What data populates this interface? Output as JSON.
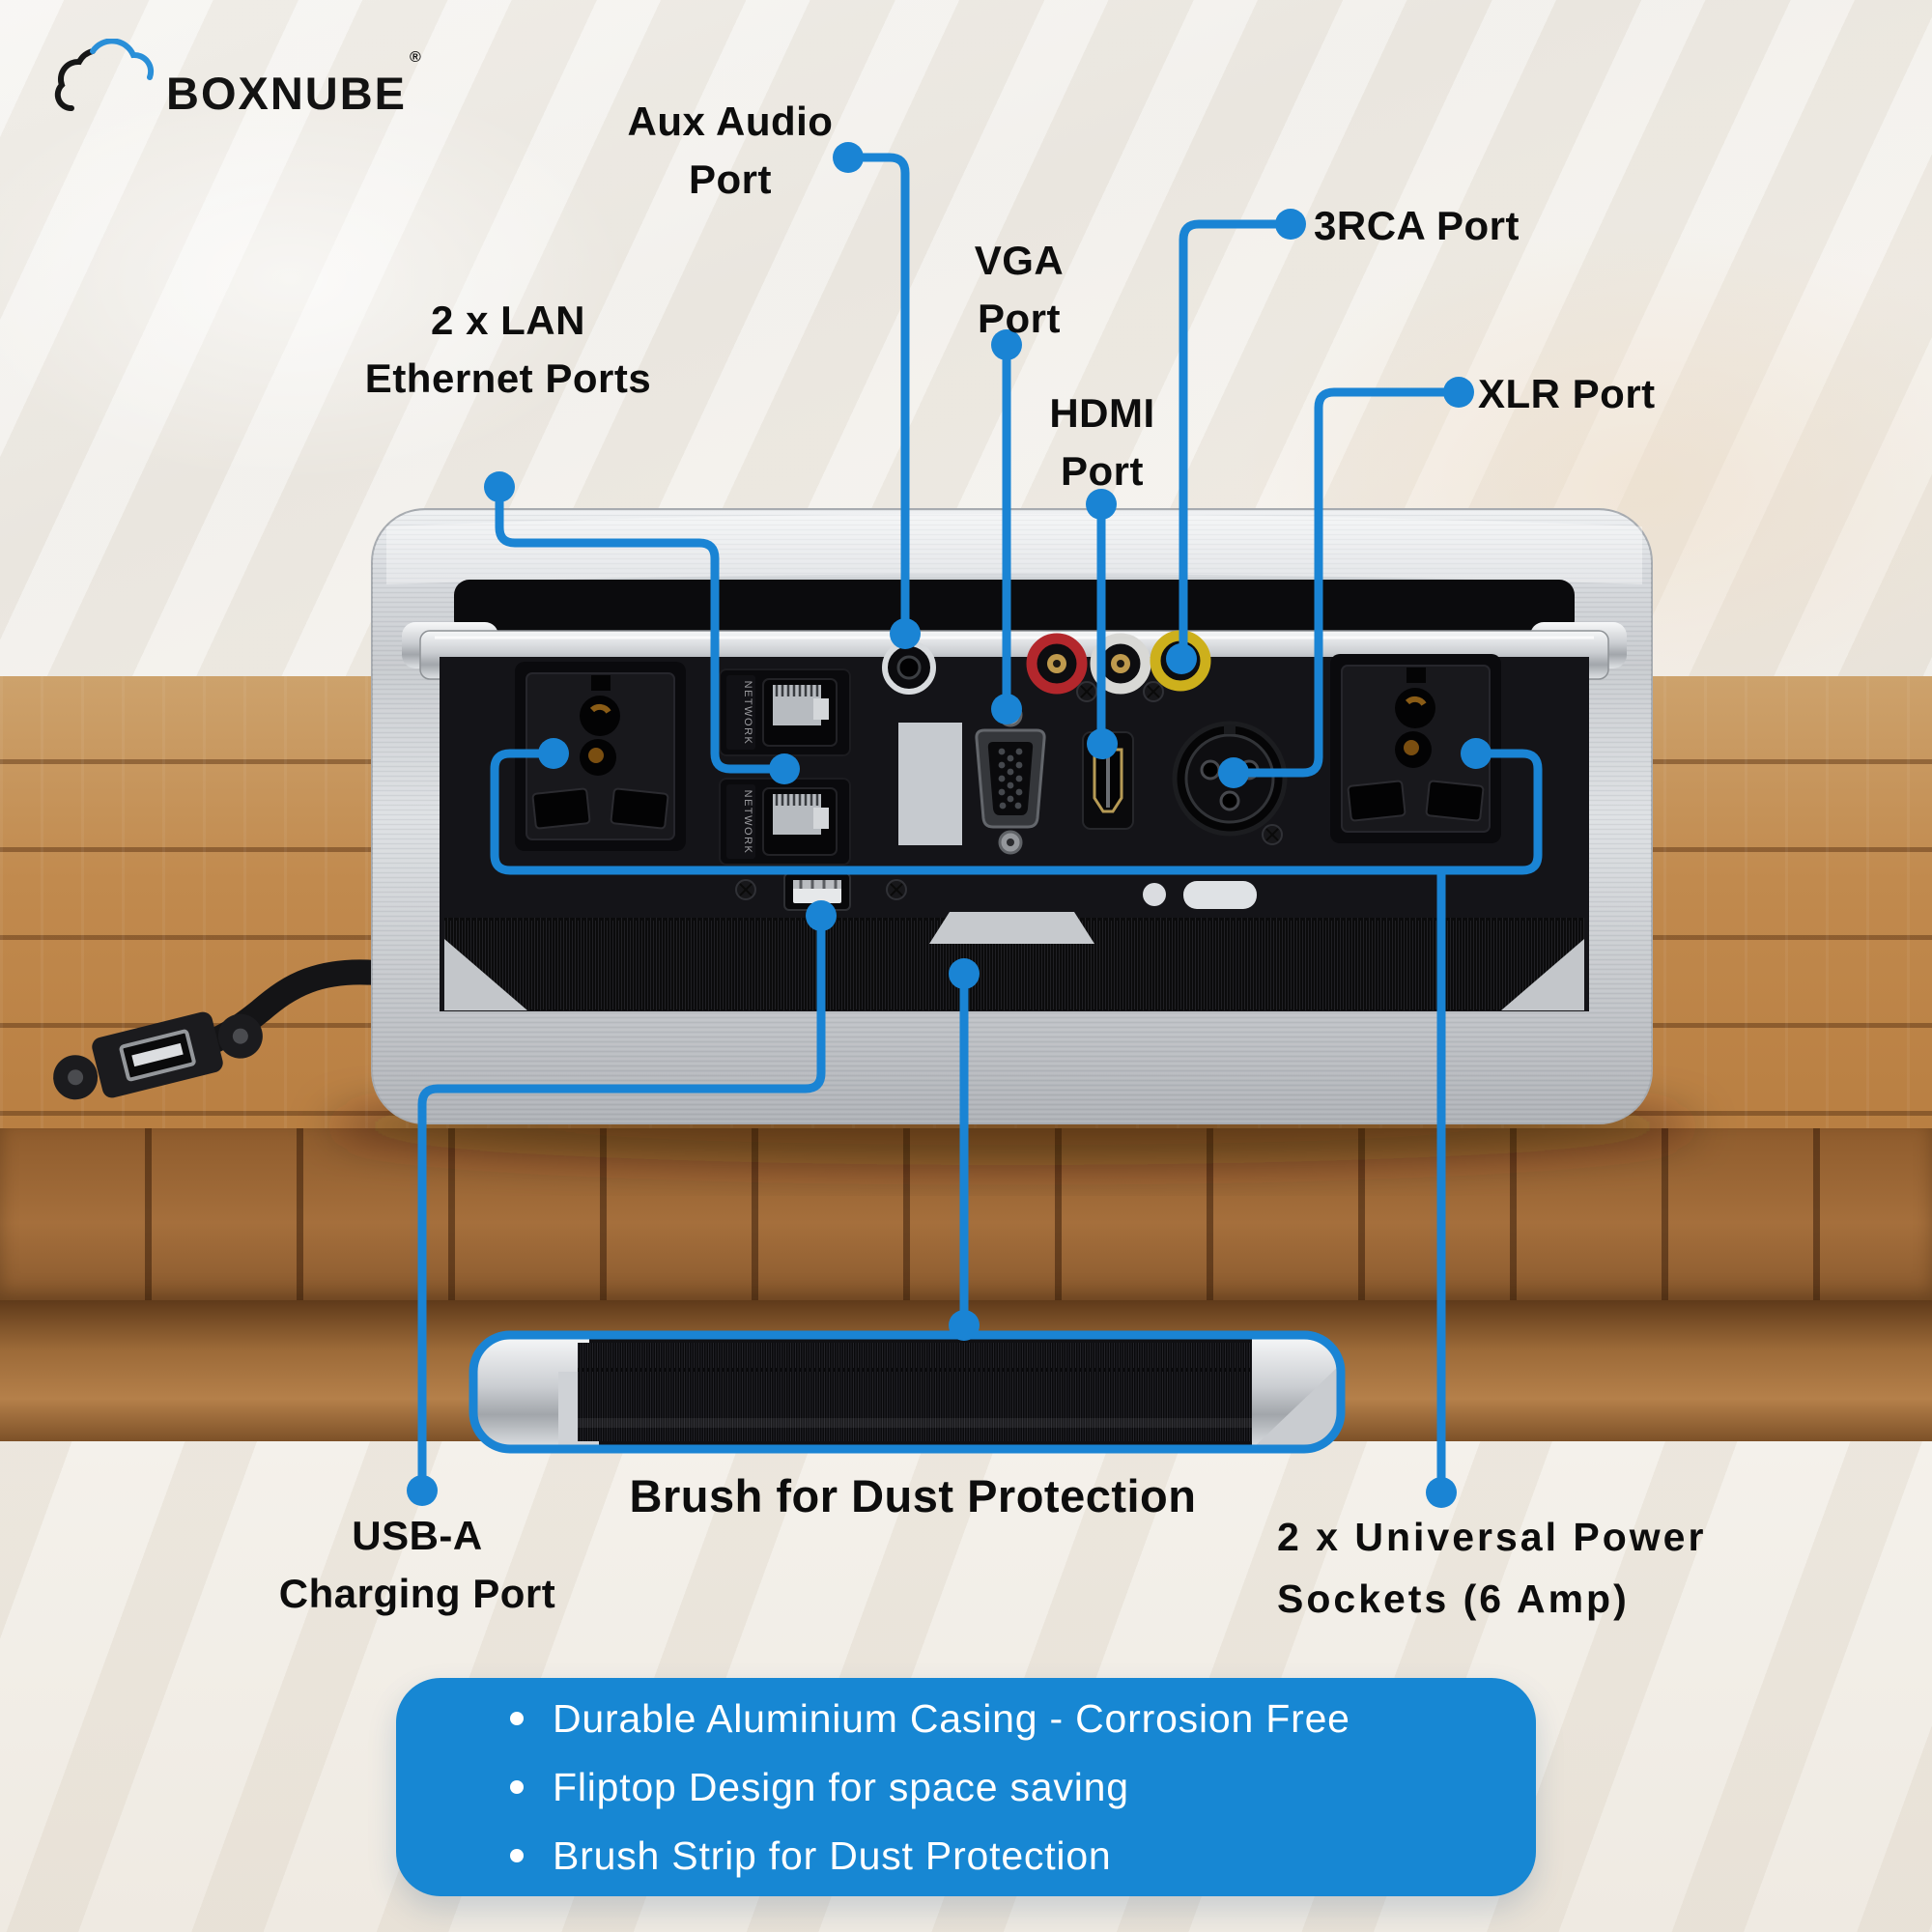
{
  "brand": {
    "name": "BOXNUBE",
    "registered_mark": "®"
  },
  "colors": {
    "accent_blue": "#1a84d4",
    "feature_box_blue": "#1787d3",
    "label_black": "#0d0d0d"
  },
  "callout_labels": {
    "aux": {
      "line1": "Aux Audio",
      "line2": "Port"
    },
    "vga": {
      "line1": "VGA",
      "line2": "Port"
    },
    "hdmi": {
      "line1": "HDMI",
      "line2": "Port"
    },
    "rca": {
      "text": "3RCA Port"
    },
    "xlr": {
      "text": "XLR Port"
    },
    "lan": {
      "line1": "2 x LAN",
      "line2": "Ethernet Ports"
    },
    "usb": {
      "line1": "USB-A",
      "line2": "Charging Port"
    },
    "brush": {
      "text": "Brush for Dust Protection"
    },
    "power": {
      "line1": "2 x Universal Power",
      "line2": "Sockets (6 Amp)"
    }
  },
  "device": {
    "network_port_label": "NETWORK"
  },
  "features": {
    "items": [
      "Durable Aluminium Casing - Corrosion Free",
      "Fliptop Design for space saving",
      "Brush Strip for Dust Protection"
    ]
  }
}
